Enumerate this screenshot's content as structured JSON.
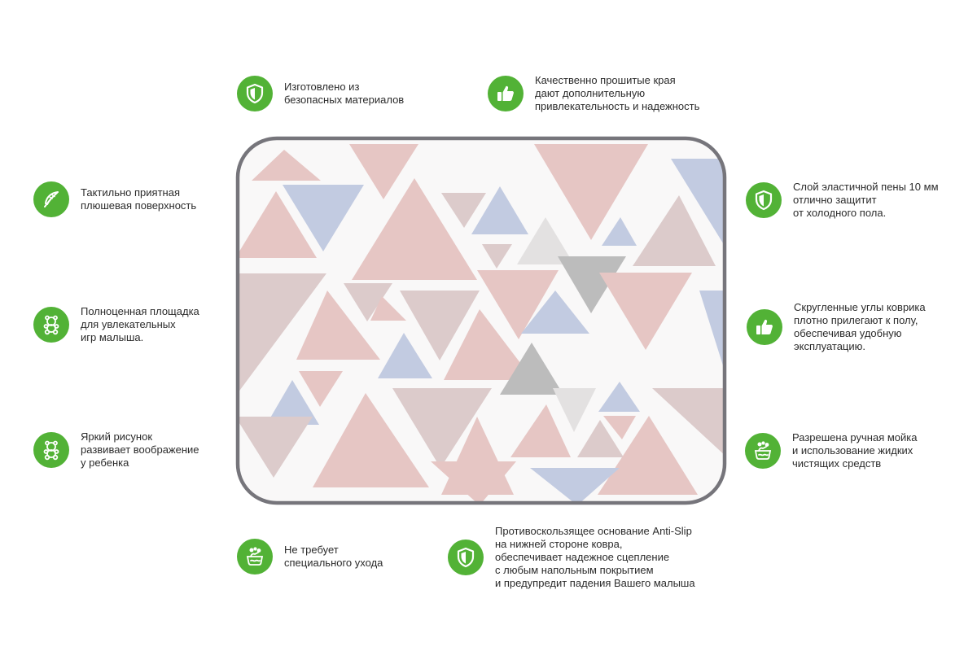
{
  "colors": {
    "accent": "#52b236",
    "frame": "#76757b",
    "pink": "#e6c6c4",
    "blue": "#c2cbe1",
    "mauve": "#dccbcb",
    "gray": "#bcbcbc",
    "lightgray": "#e3e1e1"
  },
  "features": {
    "safe_materials": {
      "icon": "shield-icon",
      "text": "Изготовлено из\nбезопасных материалов"
    },
    "stitched_edges": {
      "icon": "thumbs-up-icon",
      "text": "Качественно прошитые края\nдают дополнительную\nпривлекательность и надежность"
    },
    "plush_surface": {
      "icon": "feather-icon",
      "text": "Тактильно приятная\nплюшевая поверхность"
    },
    "foam_layer": {
      "icon": "shield-icon",
      "text": "Слой эластичной пены 10 мм\nотлично защитит\nот холодного пола."
    },
    "play_area": {
      "icon": "teddy-bear-icon",
      "text": "Полноценная площадка\nдля увлекательных\nигр малыша."
    },
    "rounded_corners": {
      "icon": "thumbs-up-icon",
      "text": "Скругленные углы коврика\nплотно прилегают к полу,\nобеспечивая удобную\nэксплуатацию."
    },
    "bright_pattern": {
      "icon": "teddy-bear-icon",
      "text": "Яркий рисунок\nразвивает воображение\nу ребенка"
    },
    "hand_wash": {
      "icon": "hand-wash-icon",
      "text": "Разрешена ручная мойка\nи использование жидких\nчистящих средств"
    },
    "no_special_care": {
      "icon": "hand-wash-icon",
      "text": "Не требует\nспециального ухода"
    },
    "anti_slip": {
      "icon": "shield-icon",
      "text": "Противоскользящее основание Anti-Slip\nна нижней стороне ковра,\nобеспечивает надежное сцепление\nс любым напольным покрытием\nи предупредит падения Вашего малыша"
    }
  }
}
